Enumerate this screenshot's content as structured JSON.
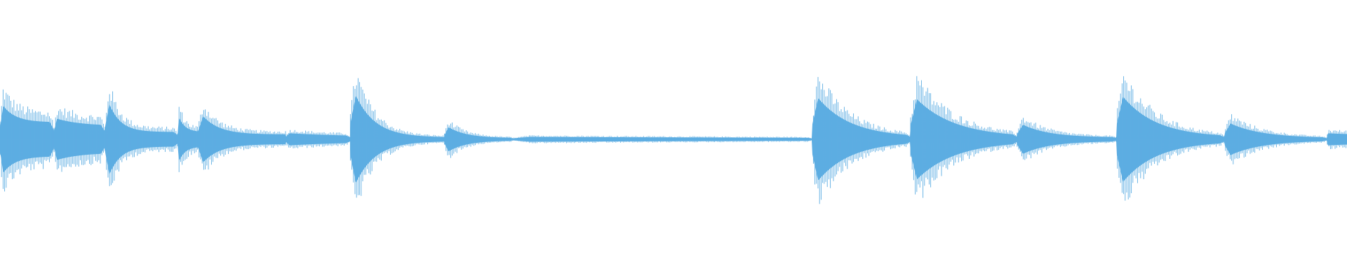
{
  "waveform": {
    "color": "#5dade2",
    "background": "#ffffff",
    "amplitude_scale": 1.0,
    "segments": [
      {
        "start": 0.0,
        "peak": 0.55,
        "decay": 4.0,
        "floor": 0.28,
        "dip_before": true
      },
      {
        "start": 0.04,
        "peak": 0.34,
        "decay": 2.0,
        "floor": 0.22,
        "dip_before": true
      },
      {
        "start": 0.078,
        "peak": 0.58,
        "decay": 6.0,
        "floor": 0.12,
        "dip_before": true
      },
      {
        "start": 0.132,
        "peak": 0.36,
        "decay": 3.0,
        "floor": 0.12,
        "dip_before": true
      },
      {
        "start": 0.147,
        "peak": 0.38,
        "decay": 5.0,
        "floor": 0.08,
        "dip_before": false
      },
      {
        "start": 0.212,
        "peak": 0.1,
        "decay": 1.0,
        "floor": 0.04,
        "dip_before": false
      },
      {
        "start": 0.26,
        "peak": 0.72,
        "decay": 4.5,
        "floor": 0.03,
        "dip_before": true
      },
      {
        "start": 0.33,
        "peak": 0.2,
        "decay": 3.5,
        "floor": 0.02,
        "dip_before": false
      },
      {
        "start": 0.38,
        "peak": 0.04,
        "decay": 0.6,
        "floor": 0.006,
        "dip_before": false
      },
      {
        "start": 0.603,
        "peak": 0.68,
        "decay": 2.8,
        "floor": 0.03,
        "dip_before": true
      },
      {
        "start": 0.676,
        "peak": 0.66,
        "decay": 2.6,
        "floor": 0.03,
        "dip_before": true
      },
      {
        "start": 0.755,
        "peak": 0.24,
        "decay": 3.5,
        "floor": 0.03,
        "dip_before": true
      },
      {
        "start": 0.829,
        "peak": 0.7,
        "decay": 3.0,
        "floor": 0.03,
        "dip_before": true
      },
      {
        "start": 0.909,
        "peak": 0.26,
        "decay": 3.0,
        "floor": 0.02,
        "dip_before": true
      },
      {
        "start": 0.985,
        "peak": 0.1,
        "decay": 1.0,
        "floor": 0.08,
        "dip_before": true
      }
    ]
  }
}
